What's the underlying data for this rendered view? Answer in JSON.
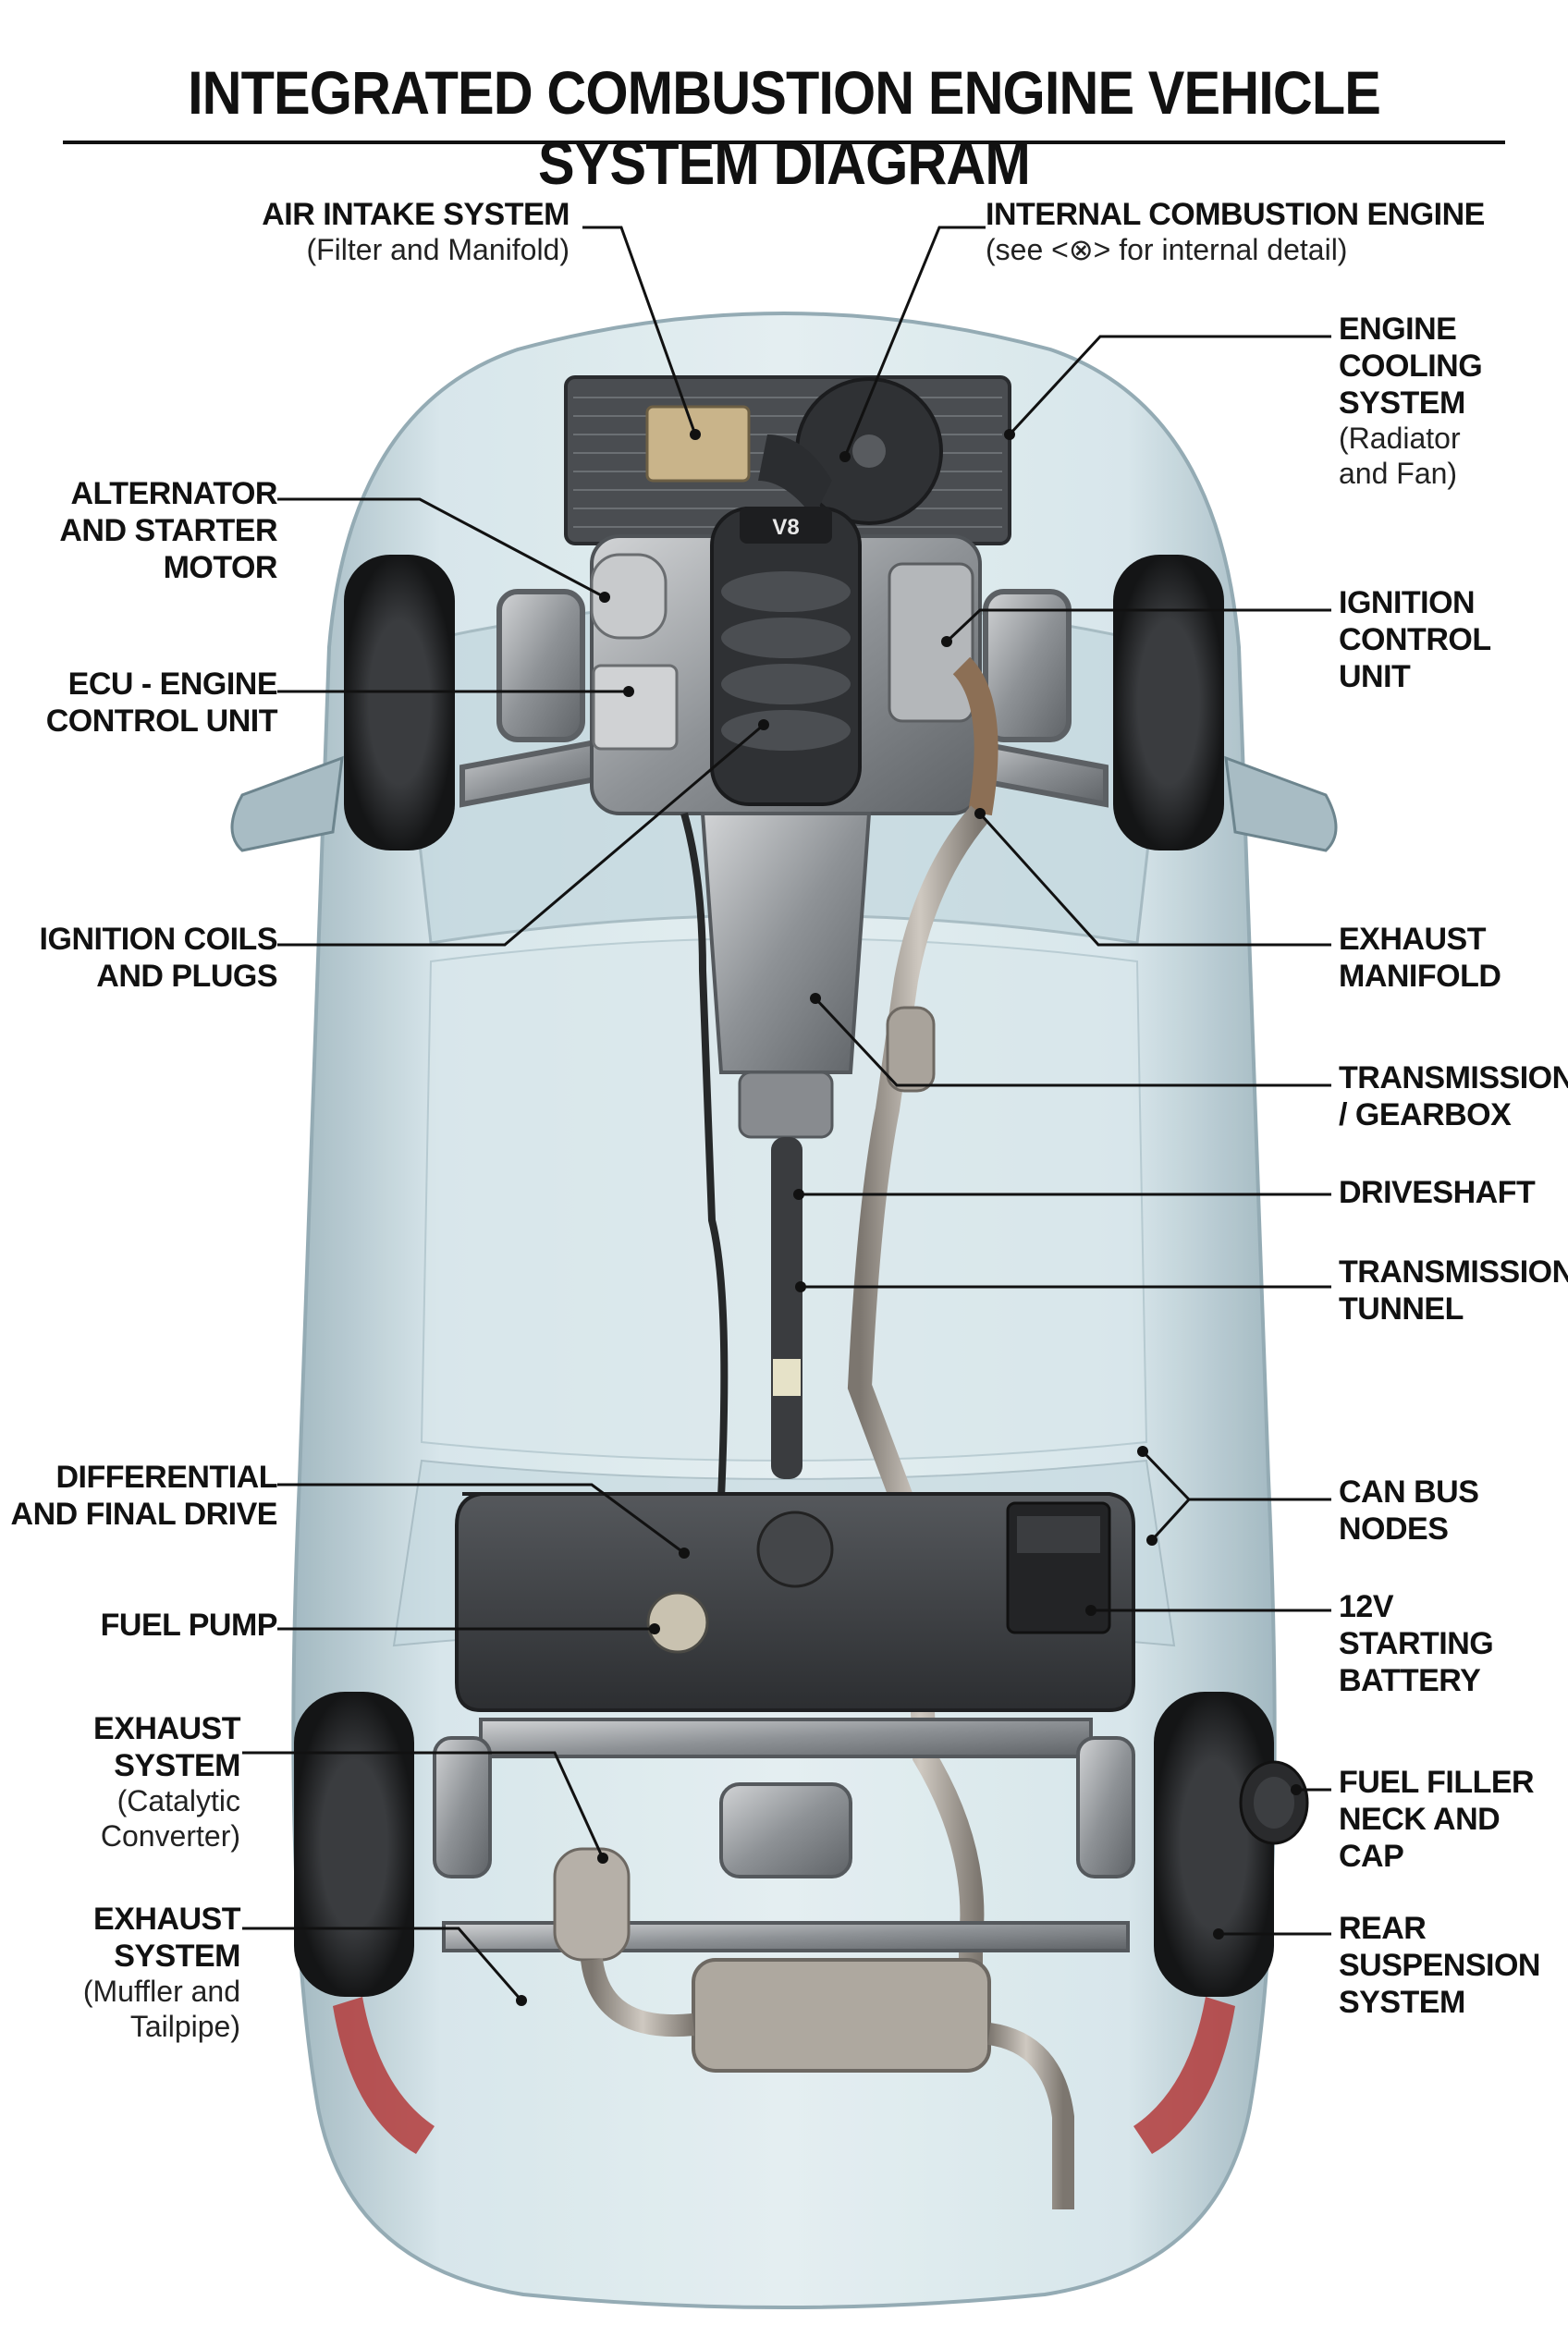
{
  "title": "INTEGRATED COMBUSTION ENGINE VEHICLE SYSTEM DIAGRAM",
  "labels": {
    "air_intake": {
      "title": "AIR INTAKE SYSTEM",
      "sub": "(Filter and Manifold)"
    },
    "engine": {
      "title": "INTERNAL COMBUSTION ENGINE",
      "sub": "(see <⊗> for internal detail)"
    },
    "cooling": {
      "title_1": "ENGINE",
      "title_2": "COOLING",
      "title_3": "SYSTEM",
      "sub_1": "(Radiator",
      "sub_2": "and Fan)"
    },
    "alternator": {
      "line_1": "ALTERNATOR",
      "line_2": "AND STARTER",
      "line_3": "MOTOR"
    },
    "ignition_control": {
      "line_1": "IGNITION",
      "line_2": "CONTROL",
      "line_3": "UNIT"
    },
    "ecu": {
      "line_1": "ECU - ENGINE",
      "line_2": "CONTROL UNIT"
    },
    "ignition_coils": {
      "line_1": "IGNITION COILS",
      "line_2": "AND PLUGS"
    },
    "exhaust_manifold": {
      "line_1": "EXHAUST",
      "line_2": "MANIFOLD"
    },
    "transmission": {
      "line_1": "TRANSMISSION",
      "line_2": "/ GEARBOX"
    },
    "driveshaft": {
      "line_1": "DRIVESHAFT"
    },
    "tunnel": {
      "line_1": "TRANSMISSION",
      "line_2": "TUNNEL"
    },
    "differential": {
      "line_1": "DIFFERENTIAL",
      "line_2": "AND FINAL DRIVE"
    },
    "can_bus": {
      "line_1": "CAN BUS",
      "line_2": "NODES"
    },
    "fuel_pump": {
      "line_1": "FUEL PUMP"
    },
    "battery": {
      "line_1": "12V",
      "line_2": "STARTING",
      "line_3": "BATTERY"
    },
    "exhaust_cat": {
      "line_1": "EXHAUST",
      "line_2": "SYSTEM",
      "sub_1": "(Catalytic",
      "sub_2": "Converter)"
    },
    "filler": {
      "line_1": "FUEL FILLER",
      "line_2": "NECK AND CAP"
    },
    "exhaust_muffler": {
      "line_1": "EXHAUST",
      "line_2": "SYSTEM",
      "sub_1": "(Muffler and",
      "sub_2": "Tailpipe)"
    },
    "rear_suspension": {
      "line_1": "REAR",
      "line_2": "SUSPENSION",
      "line_3": "SYSTEM"
    }
  },
  "engine_badge": "V8",
  "colors": {
    "body_glass": "#cfdfe6",
    "body_edge": "#8fa7b1",
    "metal_dark": "#3b3d40",
    "metal_mid": "#7d8186",
    "metal_light": "#b9bcbf",
    "exhaust_pipe": "#a39c94",
    "leader": "#111111"
  }
}
